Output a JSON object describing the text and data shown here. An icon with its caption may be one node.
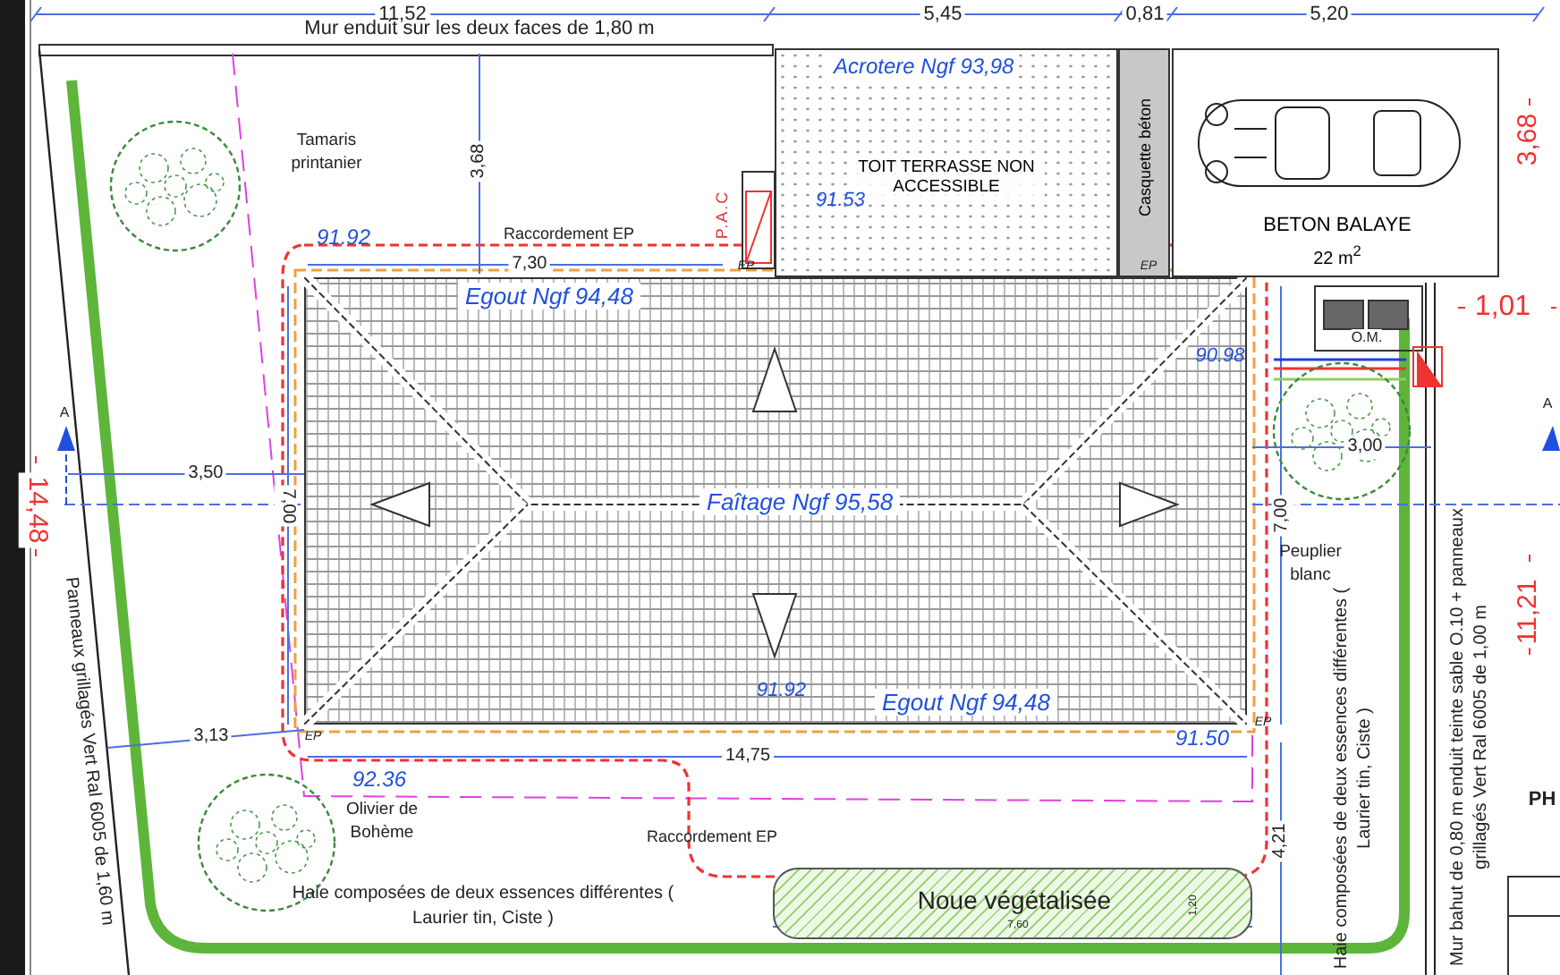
{
  "diagram": {
    "nodes": [
      {
        "text": [],
        "shape": "picture",
        "beside": [
          "Tamaris printanier"
        ]
      },
      {
        "text": [
          "P.A.C"
        ]
      },
      {
        "text": [
          "Acrotere Ngf 93,98",
          "TOIT TERRASSE NON ACCESSIBLE",
          "91.53"
        ]
      },
      {
        "text": [
          "Casquette béton"
        ]
      },
      {
        "text": [
          "BETON BALAYE",
          "22 m$^{2}$"
        ]
      },
      {
        "text": [
          "Egout Ngf 94,48",
          "Faîtage Ngf 95,58",
          "91.92",
          "Egout Ngf 94,48"
        ]
      },
      {
        "text": [],
        "shape": "picture",
        "beside": [
          "Peuplier blanc"
        ]
      },
      {
        "text": [],
        "shape": "picture",
        "beside": [
          "Olivier de Bohème"
        ]
      },
      {
        "text": [
          "Noue végétalisée"
        ]
      }
    ],
    "labels": [
      "11,52",
      "5,45",
      "0,81",
      "5,20",
      "Mur enduit sur les deux faces de 1,80 m",
      "3,68",
      "3,68",
      "Raccordement EP",
      "91.92",
      "7,30",
      "EP",
      "EP",
      "1,01",
      "90.98",
      "O.M.",
      "A",
      "3,50",
      "7,00",
      "14,48",
      "Panneaux grillagés Vert Ral 6005 de 1,60 m",
      "3,00",
      "A",
      "7,00",
      "11,21",
      "Mur bahut de 0,80 m enduit teinte sable O.10 + panneaux grillagés Vert Ral 6005 de 1,00 m",
      "Haie composées de deux essences différentes ( Laurier tin, Ciste )",
      "3,13",
      "EP",
      "14,75",
      "91.50",
      "EP",
      "92.36",
      "PH",
      "Raccordement EP",
      "4,21",
      "Haie composées de deux essences différentes ( Laurier tin, Ciste )",
      "1,20",
      "7,60"
    ]
  }
}
